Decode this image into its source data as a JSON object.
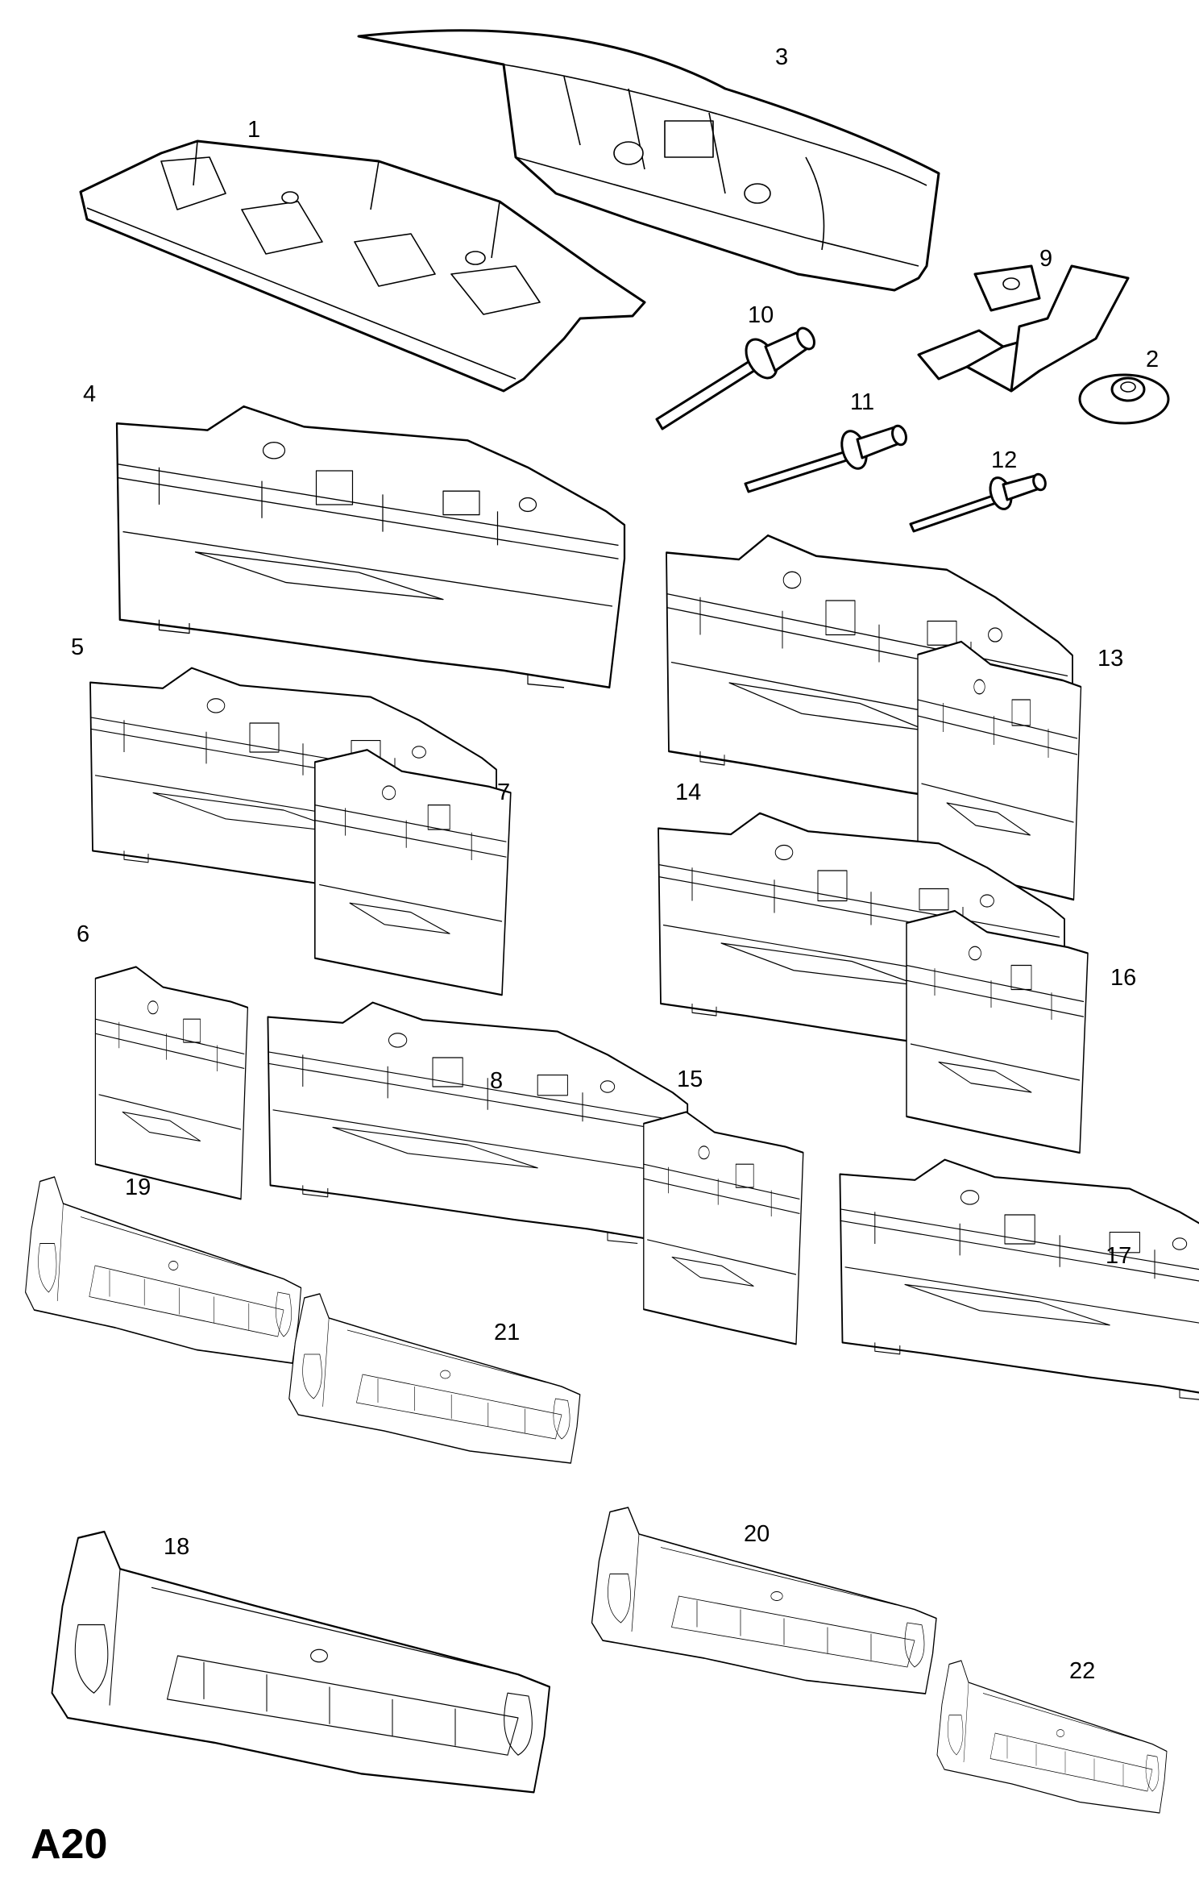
{
  "sheet_label": "A20",
  "callouts": {
    "c1": "1",
    "c2": "2",
    "c3": "3",
    "c4": "4",
    "c5": "5",
    "c6": "6",
    "c7": "7",
    "c8": "8",
    "c9": "9",
    "c10": "10",
    "c11": "11",
    "c12": "12",
    "c13": "13",
    "c14": "14",
    "c15": "15",
    "c16": "16",
    "c17": "17",
    "c18": "18",
    "c19": "19",
    "c20": "20",
    "c21": "21",
    "c22": "22"
  },
  "colors": {
    "line": "#000000",
    "paper": "#ffffff"
  }
}
